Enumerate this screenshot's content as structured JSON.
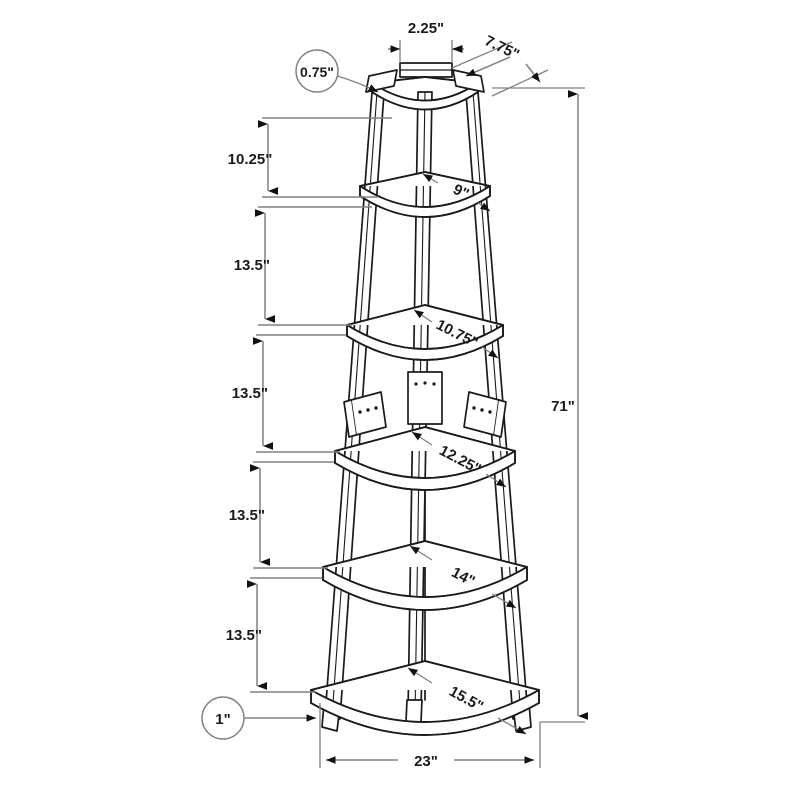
{
  "drawing": {
    "type": "furniture-dimension-drawing",
    "subject": "5-tier corner ladder bookcase / accent etagere",
    "units": "inches",
    "unit_symbol": "\"",
    "colors": {
      "background": "#ffffff",
      "outline": "#1a1a1a",
      "dimension_line": "#808080",
      "arrow": "#111111",
      "text": "#1a1a1a",
      "shelf_fill": "#ffffff"
    }
  },
  "dimensions": {
    "overall_height": {
      "label": "71\"",
      "value": 71,
      "orientation": "vertical",
      "position": "right"
    },
    "overall_width": {
      "label": "23\"",
      "value": 23,
      "orientation": "horizontal",
      "position": "bottom"
    },
    "top_post_width": {
      "label": "2.25\"",
      "value": 2.25,
      "orientation": "horizontal",
      "position": "top"
    },
    "top_shelf_depth": {
      "label": "7.75\"",
      "value": 7.75,
      "orientation": "diagonal",
      "position": "top-right"
    },
    "shelf_thickness": {
      "label": "0.75\"",
      "value": 0.75,
      "style": "balloon",
      "position": "top-left"
    },
    "foot_height": {
      "label": "1\"",
      "value": 1,
      "style": "balloon",
      "position": "bottom-left"
    }
  },
  "vertical_gaps": [
    {
      "index": 1,
      "label": "10.25\"",
      "value": 10.25
    },
    {
      "index": 2,
      "label": "13.5\"",
      "value": 13.5
    },
    {
      "index": 3,
      "label": "13.5\"",
      "value": 13.5
    },
    {
      "index": 4,
      "label": "13.5\"",
      "value": 13.5
    },
    {
      "index": 5,
      "label": "13.5\"",
      "value": 13.5
    }
  ],
  "shelf_depths": [
    {
      "tier": 1,
      "label": "7.75\"",
      "value": 7.75,
      "note": "top shelf, dimensioned above"
    },
    {
      "tier": 2,
      "label": "9\"",
      "value": 9
    },
    {
      "tier": 3,
      "label": "10.75\"",
      "value": 10.75
    },
    {
      "tier": 4,
      "label": "12.25\"",
      "value": 12.25
    },
    {
      "tier": 5,
      "label": "14\"",
      "value": 14
    },
    {
      "tier": 6,
      "label": "15.5\"",
      "value": 15.5
    }
  ],
  "features": {
    "shelf_count": 6,
    "leg_count": 3,
    "wall_bracket_count": 2,
    "bracket_screw_holes": 3,
    "foot_count": 3
  }
}
